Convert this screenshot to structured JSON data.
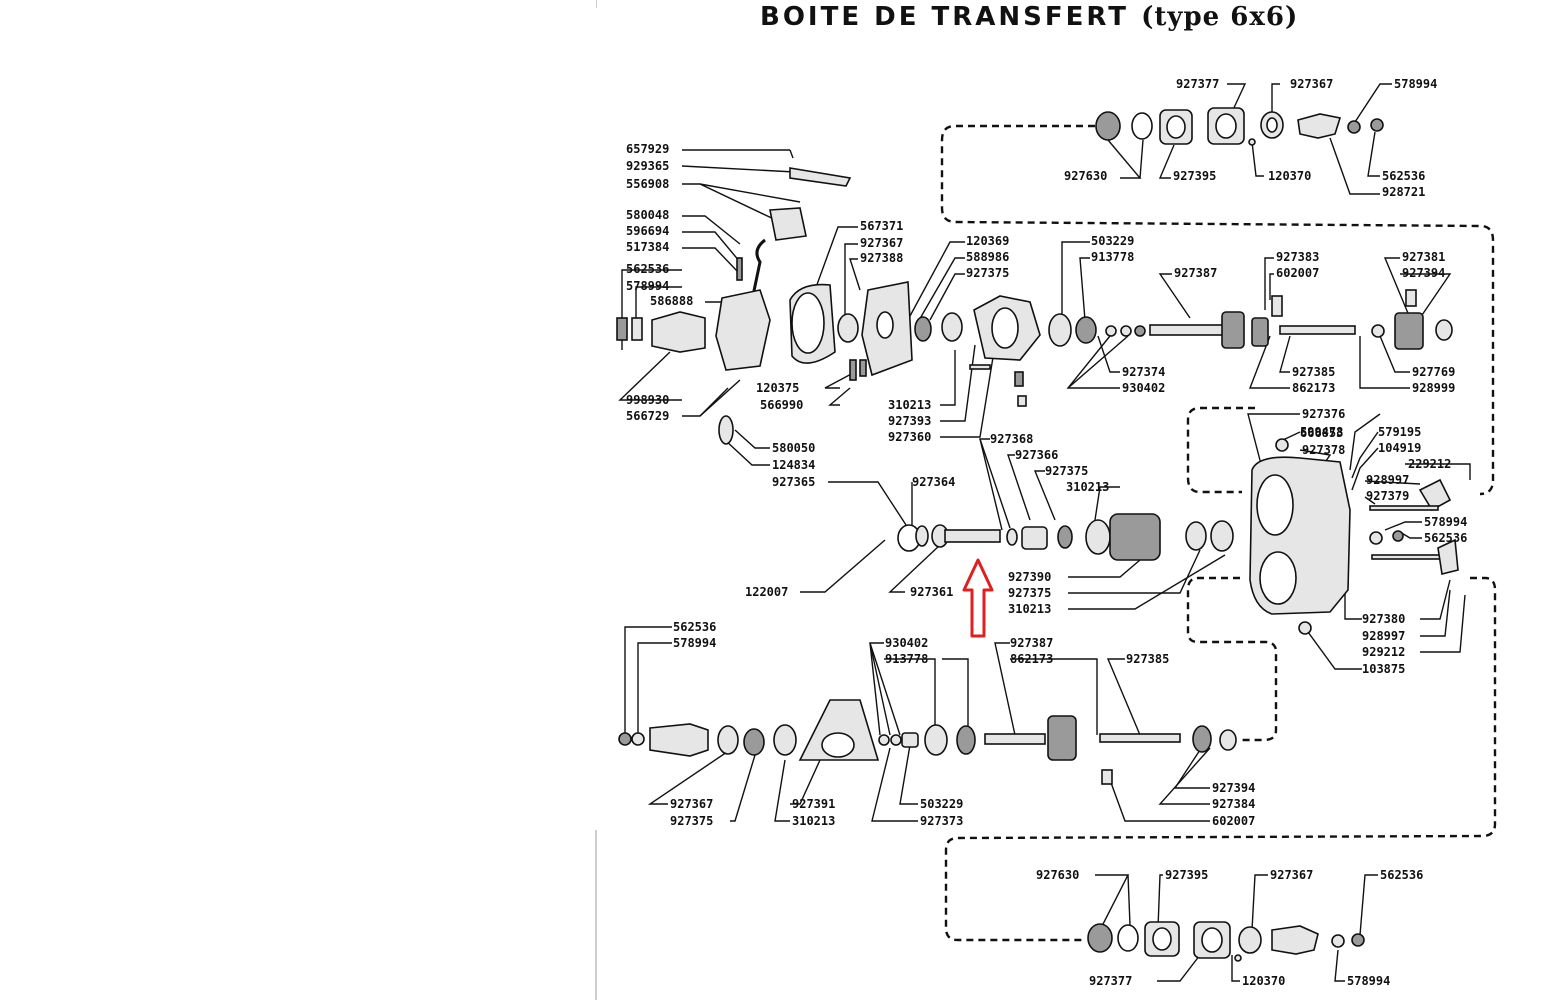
{
  "title": {
    "main": "BOITE  DE  TRANSFERT",
    "sub": "(type 6x6)"
  },
  "labels": [
    "927377",
    "927367",
    "578994",
    "927630",
    "927395",
    "120370",
    "562536",
    "928721",
    "657929",
    "929365",
    "556908",
    "580048",
    "596694",
    "517384",
    "562536",
    "578994",
    "586888",
    "567371",
    "927367",
    "927388",
    "120369",
    "588986",
    "927375",
    "503229",
    "913778",
    "927387",
    "927383",
    "602007",
    "927381",
    "927394",
    "927374",
    "930402",
    "927385",
    "862173",
    "927769",
    "928999",
    "998930",
    "566729",
    "120375",
    "566990",
    "310213",
    "927393",
    "927360",
    "580050",
    "124834",
    "927376",
    "599478",
    "666853",
    "579195",
    "104919",
    "927378",
    "229212",
    "928997",
    "927379",
    "578994",
    "562536",
    "927365",
    "927364",
    "927368",
    "927366",
    "927375",
    "310213",
    "122007",
    "927361",
    "927390",
    "927375",
    "310213",
    "927380",
    "928997",
    "929212",
    "103875",
    "562536",
    "578994",
    "930402",
    "913778",
    "927387",
    "862173",
    "927385",
    "927367",
    "927375",
    "927391",
    "310213",
    "503229",
    "927373",
    "927394",
    "927384",
    "602007",
    "927630",
    "927395",
    "927367",
    "562536",
    "927377",
    "120370",
    "578994"
  ],
  "colors": {
    "ink": "#111111",
    "highlight_arrow": "#e02020",
    "paper": "#ffffff"
  }
}
